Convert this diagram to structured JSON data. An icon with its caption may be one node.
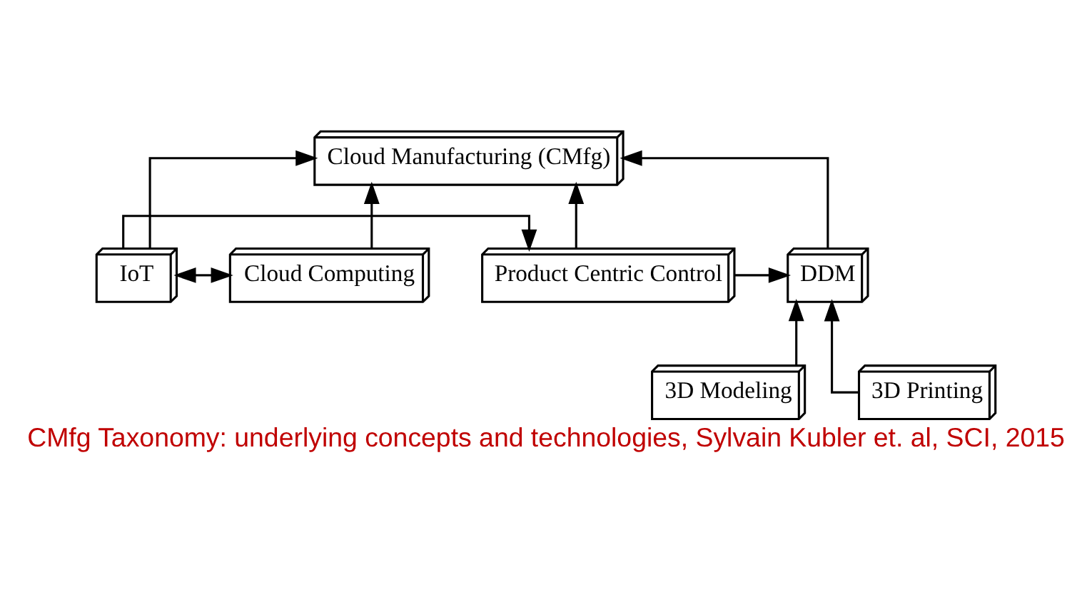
{
  "diagram": {
    "caption": "CMfg Taxonomy: underlying concepts and technologies, Sylvain Kubler et. al, SCI, 2015",
    "nodes": [
      {
        "text": [
          "Cloud Manufacturing (CMfg)"
        ]
      },
      {
        "text": [
          "DDM"
        ]
      },
      {
        "text": [
          "Product Centric Control"
        ]
      },
      {
        "text": [
          "IoT"
        ]
      },
      {
        "text": [
          "Cloud Computing"
        ]
      },
      {
        "text": [
          "3D Modeling"
        ]
      },
      {
        "text": [
          "3D Printing"
        ]
      }
    ],
    "edges": [
      {
        "from": 1,
        "to": 0,
        "arrow": "to"
      },
      {
        "from": 2,
        "to": 0,
        "arrow": "to"
      },
      {
        "from": 3,
        "to": 0,
        "arrow": "to"
      },
      {
        "from": 4,
        "to": 0,
        "arrow": "to"
      },
      {
        "from": 2,
        "to": 1,
        "arrow": "to"
      },
      {
        "from": 3,
        "to": 2,
        "arrow": "to"
      },
      {
        "from": 3,
        "to": 4,
        "arrow": "both"
      },
      {
        "from": 5,
        "to": 1,
        "arrow": "to"
      },
      {
        "from": 6,
        "to": 1,
        "arrow": "to"
      }
    ]
  }
}
